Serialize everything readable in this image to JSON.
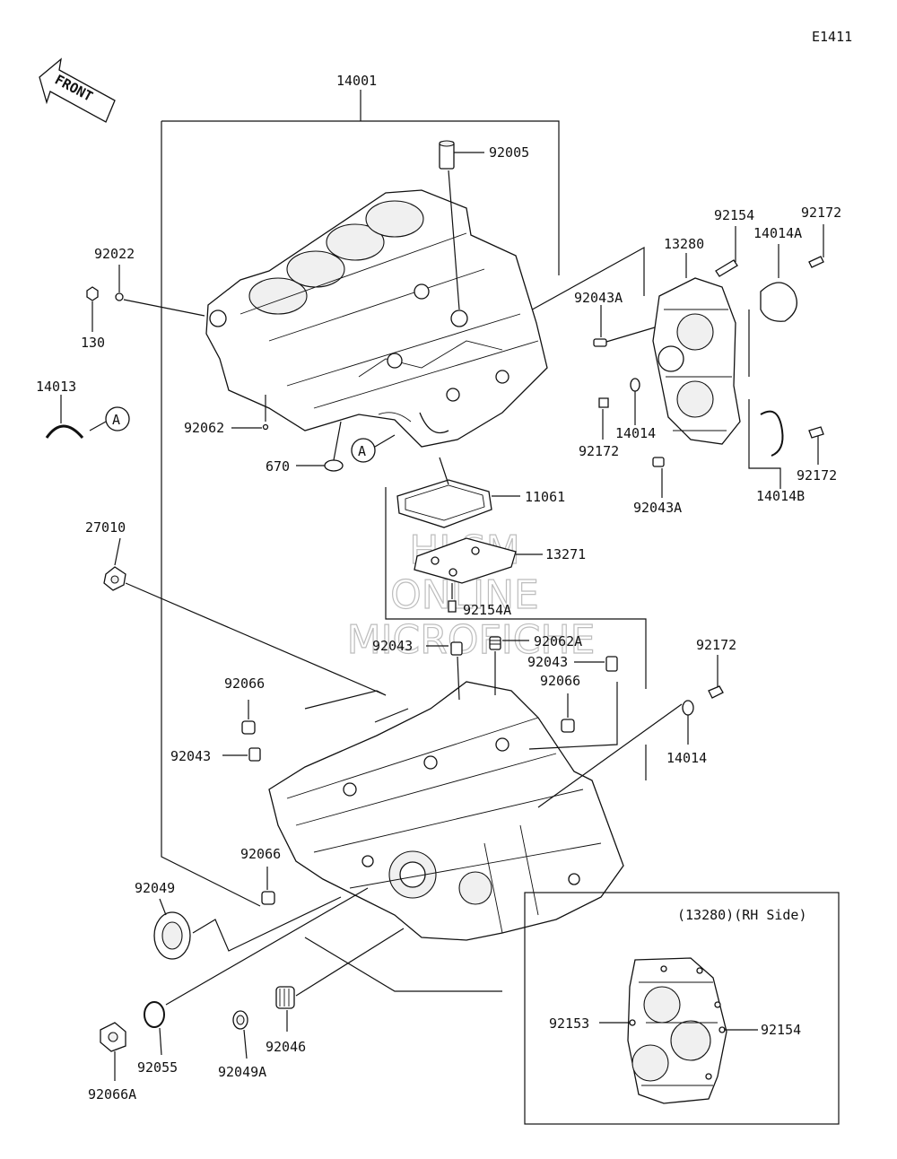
{
  "diagram_code": "E1411",
  "front_label": "FRONT",
  "callout_a": "A",
  "inset_title": "(13280)(RH Side)",
  "watermark": [
    "HLSM",
    "ONLINE",
    "MICROFICHE"
  ],
  "parts": {
    "p14001": "14001",
    "p92005": "92005",
    "p92022": "92022",
    "p130": "130",
    "p14013": "14013",
    "p92062": "92062",
    "p670": "670",
    "p13280": "13280",
    "p92154": "92154",
    "p14014A": "14014A",
    "p92172a": "92172",
    "p92043Aa": "92043A",
    "p14014a": "14014",
    "p92172b": "92172",
    "p92172c": "92172",
    "p14014B": "14014B",
    "p92043Ab": "92043A",
    "p11061": "11061",
    "p13271": "13271",
    "p92154A": "92154A",
    "p27010": "27010",
    "p92043a": "92043",
    "p92062A": "92062A",
    "p92043b": "92043",
    "p92172d": "92172",
    "p92066a": "92066",
    "p92066b": "92066",
    "p92043c": "92043",
    "p14014b": "14014",
    "p92066c": "92066",
    "p92049": "92049",
    "p92055": "92055",
    "p92049A": "92049A",
    "p92046": "92046",
    "p92066A": "92066A",
    "p92153": "92153",
    "p92154b": "92154"
  }
}
